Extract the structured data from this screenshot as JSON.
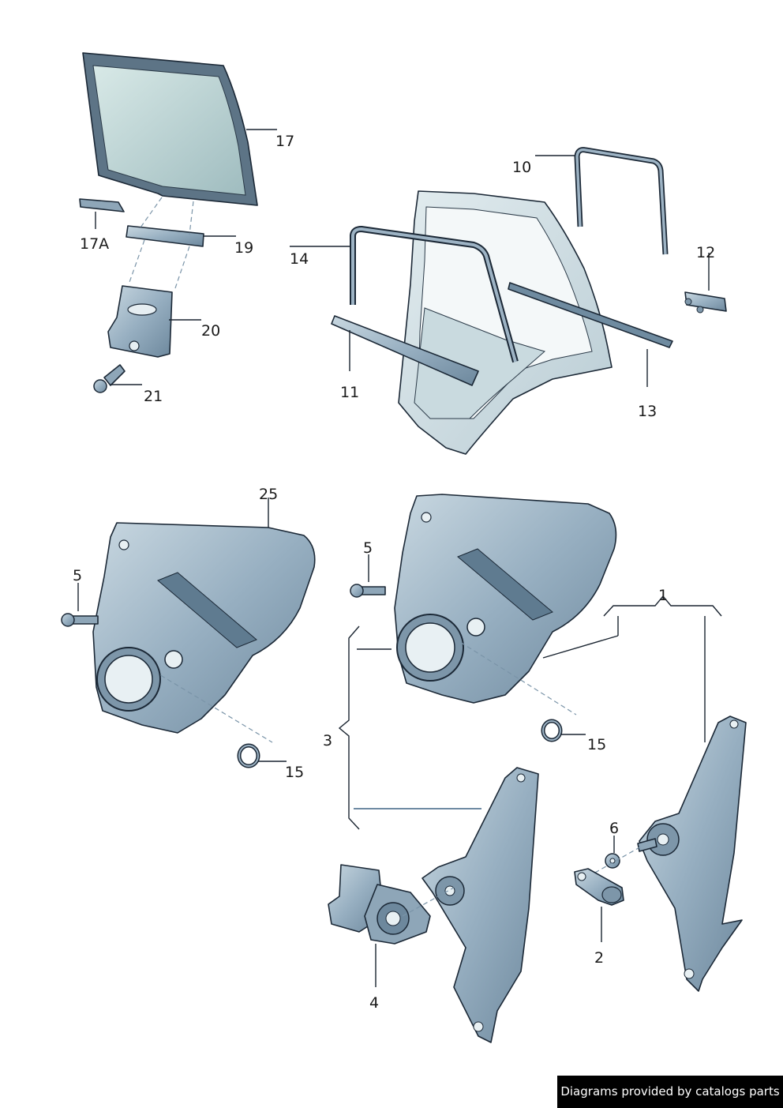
{
  "diagram": {
    "callouts": {
      "c17": "17",
      "c17A": "17A",
      "c19": "19",
      "c20": "20",
      "c21": "21",
      "c10": "10",
      "c12": "12",
      "c14": "14",
      "c11": "11",
      "c13": "13",
      "c25": "25",
      "c5a": "5",
      "c5b": "5",
      "c15a": "15",
      "c15b": "15",
      "c1": "1",
      "c3": "3",
      "c6": "6",
      "c2": "2",
      "c4": "4"
    },
    "colors": {
      "part_fill": "#9db3c4",
      "part_fill_dark": "#6f8ba0",
      "part_fill_light": "#d7e4ea",
      "outline": "#1b2836",
      "glass": "#bfd6d6"
    }
  },
  "footer": {
    "credit": "Diagrams provided by catalogs parts"
  }
}
